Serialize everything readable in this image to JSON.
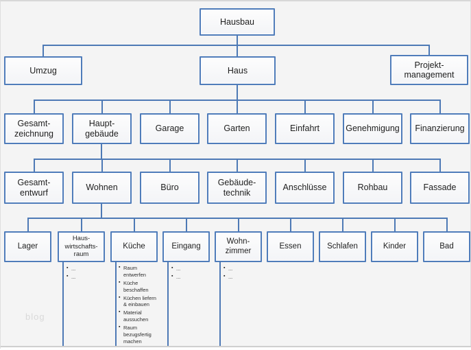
{
  "colors": {
    "box_border": "#4f7cba",
    "connector": "#4d79b5",
    "canvas_background": "#f4f4f4",
    "watermark_gray": "#d9d9d9"
  },
  "watermark": "blog",
  "tree": {
    "root": {
      "label": "Hausbau"
    },
    "level2": [
      {
        "label": "Umzug"
      },
      {
        "label": "Haus"
      },
      {
        "label": "Projekt-\nmanagement"
      }
    ],
    "level3": [
      {
        "label": "Gesamt-\nzeichnung"
      },
      {
        "label": "Haupt-\ngebäude"
      },
      {
        "label": "Garage"
      },
      {
        "label": "Garten"
      },
      {
        "label": "Einfahrt"
      },
      {
        "label": "Genehmigung"
      },
      {
        "label": "Finanzierung"
      }
    ],
    "level4": [
      {
        "label": "Gesamt-\nentwurf"
      },
      {
        "label": "Wohnen"
      },
      {
        "label": "Büro"
      },
      {
        "label": "Gebäude-\ntechnik"
      },
      {
        "label": "Anschlüsse"
      },
      {
        "label": "Rohbau"
      },
      {
        "label": "Fassade"
      }
    ],
    "level5": [
      {
        "label": "Lager"
      },
      {
        "label": "Haus-\nwirtschafts-\nraum"
      },
      {
        "label": "Küche"
      },
      {
        "label": "Eingang"
      },
      {
        "label": "Wohn-\nzimmer"
      },
      {
        "label": "Essen"
      },
      {
        "label": "Schlafen"
      },
      {
        "label": "Kinder"
      },
      {
        "label": "Bad"
      }
    ],
    "task_lists": [
      {
        "parent": "Haus-wirtschafts-raum",
        "items": [
          "...",
          "..."
        ]
      },
      {
        "parent": "Küche",
        "items": [
          "Raum entwerfen",
          "Küche beschaffen",
          "Küchen liefern & einbauen",
          "Material aussuchen",
          "Raum bezugsfertig machen"
        ]
      },
      {
        "parent": "Eingang",
        "items": [
          "...",
          "..."
        ]
      },
      {
        "parent": "Wohn-zimmer",
        "items": [
          "...",
          "..."
        ]
      }
    ]
  }
}
